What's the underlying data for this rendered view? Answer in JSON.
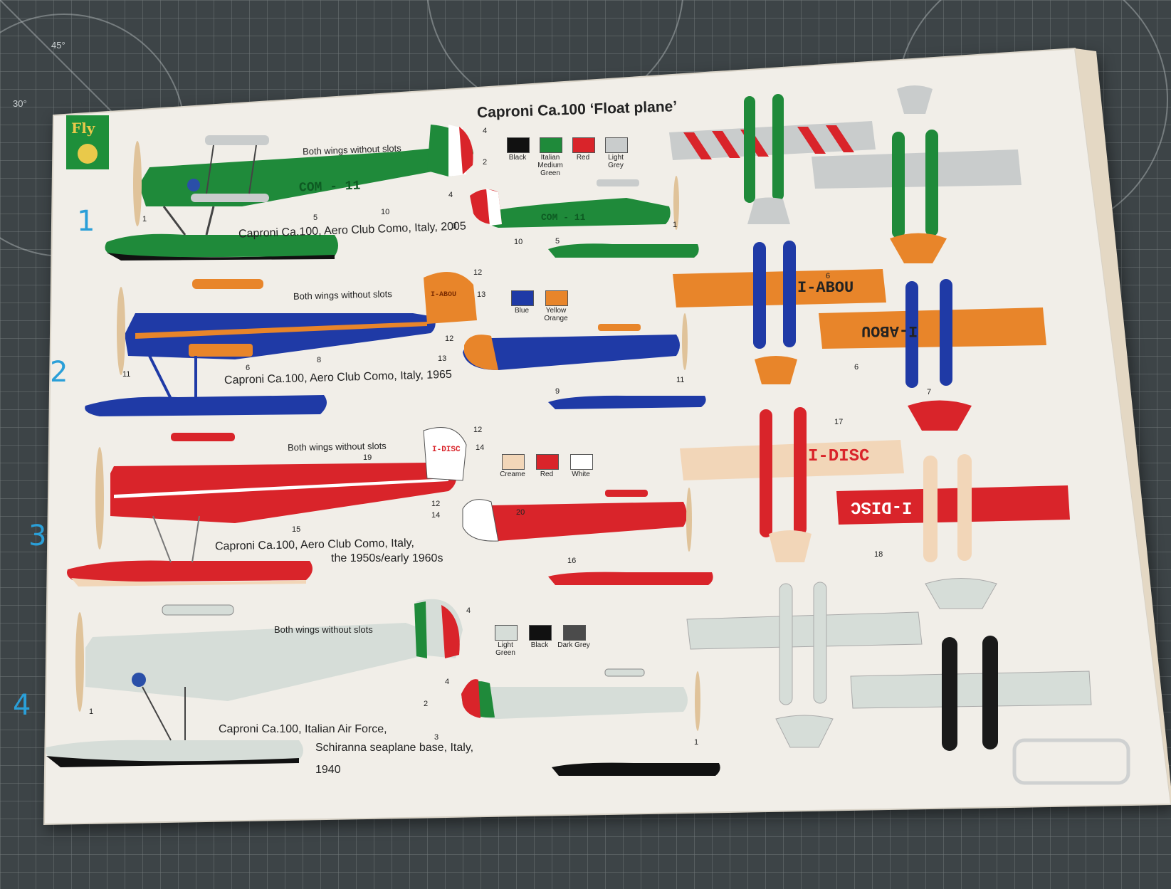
{
  "sheet": {
    "title": "Caproni Ca.100 ‘Float plane’",
    "logo_text": "Fly",
    "logo_color": "#1e8f3a"
  },
  "swatch_groups": [
    {
      "swatches": [
        {
          "name": "Black",
          "color": "#111111"
        },
        {
          "name": "Italian Medium Green",
          "color": "#1f8a3a"
        },
        {
          "name": "Red",
          "color": "#d9242a"
        },
        {
          "name": "Light Grey",
          "color": "#c9cccc"
        }
      ]
    },
    {
      "swatches": [
        {
          "name": "Blue",
          "color": "#1f3aa6"
        },
        {
          "name": "Yellow Orange",
          "color": "#e8852a"
        }
      ]
    },
    {
      "swatches": [
        {
          "name": "Creame",
          "color": "#f2d6b8"
        },
        {
          "name": "Red",
          "color": "#d9242a"
        },
        {
          "name": "White",
          "color": "#ffffff"
        }
      ]
    },
    {
      "swatches": [
        {
          "name": "Light Green",
          "color": "#d6ddd8"
        },
        {
          "name": "Black",
          "color": "#111111"
        },
        {
          "name": "Dark Grey",
          "color": "#4b4b4b"
        }
      ]
    }
  ],
  "profiles": [
    {
      "number": "1",
      "caption": "Caproni Ca.100, Aero Club Como, Italy, 2005",
      "note": "Both wings without slots",
      "registration": "COM - 11",
      "registration_small": "COM - 11",
      "main_color": "#1f8a3a",
      "secondary_color": "#c9cccc",
      "float_color": "#1f8a3a",
      "callouts": {
        "a": "4",
        "b": "2",
        "c": "5",
        "d": "10",
        "e": "1",
        "f": "4",
        "g": "3",
        "h": "10",
        "i": "5",
        "j": "1"
      }
    },
    {
      "number": "2",
      "caption": "Caproni Ca.100, Aero Club Como, Italy, 1965",
      "note": "Both wings without slots",
      "registration": "I-ABOU",
      "wing_registration": "I-ABOU",
      "wing_registration_mirror": "I-ABOU",
      "main_color": "#1f3aa6",
      "secondary_color": "#e8852a",
      "float_color": "#1f3aa6",
      "callouts": {
        "a": "12",
        "b": "13",
        "c": "8",
        "d": "6",
        "e": "11",
        "f": "12",
        "g": "13",
        "h": "9",
        "i": "11",
        "j": "6",
        "k": "6",
        "l": "7"
      }
    },
    {
      "number": "3",
      "caption_line1": "Caproni Ca.100, Aero Club Como, Italy,",
      "caption_line2": "the 1950s/early 1960s",
      "note": "Both wings without slots",
      "registration": "I-DISC",
      "wing_registration": "I-DISC",
      "wing_registration_mirror": "I-DISC",
      "main_color": "#d9242a",
      "secondary_color": "#f2d6b8",
      "float_color": "#d9242a",
      "callouts": {
        "a": "12",
        "b": "14",
        "c": "19",
        "d": "15",
        "e": "12",
        "f": "14",
        "g": "20",
        "h": "16",
        "i": "17",
        "j": "18"
      }
    },
    {
      "number": "4",
      "caption_line1": "Caproni Ca.100, Italian Air Force,",
      "caption_line2": "Schiranna seaplane base, Italy,",
      "caption_line3": "1940",
      "note": "Both wings without slots",
      "main_color": "#d6ddd8",
      "secondary_color": "#4b4b4b",
      "float_color": "#111111",
      "callouts": {
        "a": "4",
        "b": "2",
        "c": "1",
        "d": "4",
        "e": "3",
        "f": "1"
      }
    }
  ]
}
